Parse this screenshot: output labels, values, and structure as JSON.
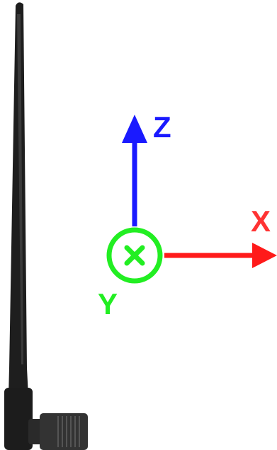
{
  "axes": {
    "x": {
      "label": "X",
      "color": "#ff1a1a"
    },
    "y": {
      "label": "Y",
      "color": "#22ee22"
    },
    "z": {
      "label": "Z",
      "color": "#1a1aff"
    }
  },
  "antenna": {
    "color": "#1e1e1e",
    "highlight": "#3a3a3a"
  }
}
